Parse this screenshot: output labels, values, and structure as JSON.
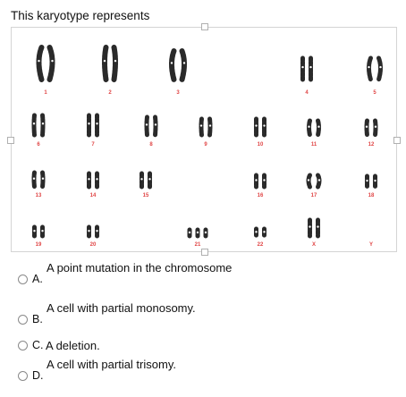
{
  "question": "This karyotype represents",
  "karyotype": {
    "labels": [
      "1",
      "2",
      "3",
      "4",
      "5",
      "6",
      "7",
      "8",
      "9",
      "10",
      "11",
      "12",
      "13",
      "14",
      "15",
      "16",
      "17",
      "18",
      "19",
      "20",
      "21",
      "22",
      "X",
      "Y"
    ]
  },
  "options": [
    {
      "letter": "A.",
      "text": "A point mutation in the chromosome"
    },
    {
      "letter": "B.",
      "text": "A cell with partial monosomy."
    },
    {
      "letter": "C.",
      "text": "A deletion."
    },
    {
      "letter": "D.",
      "text": "A cell with partial trisomy."
    }
  ],
  "colors": {
    "label": "#e04545",
    "chromosome": "#2a2a2a",
    "border": "#d4d4d4"
  }
}
